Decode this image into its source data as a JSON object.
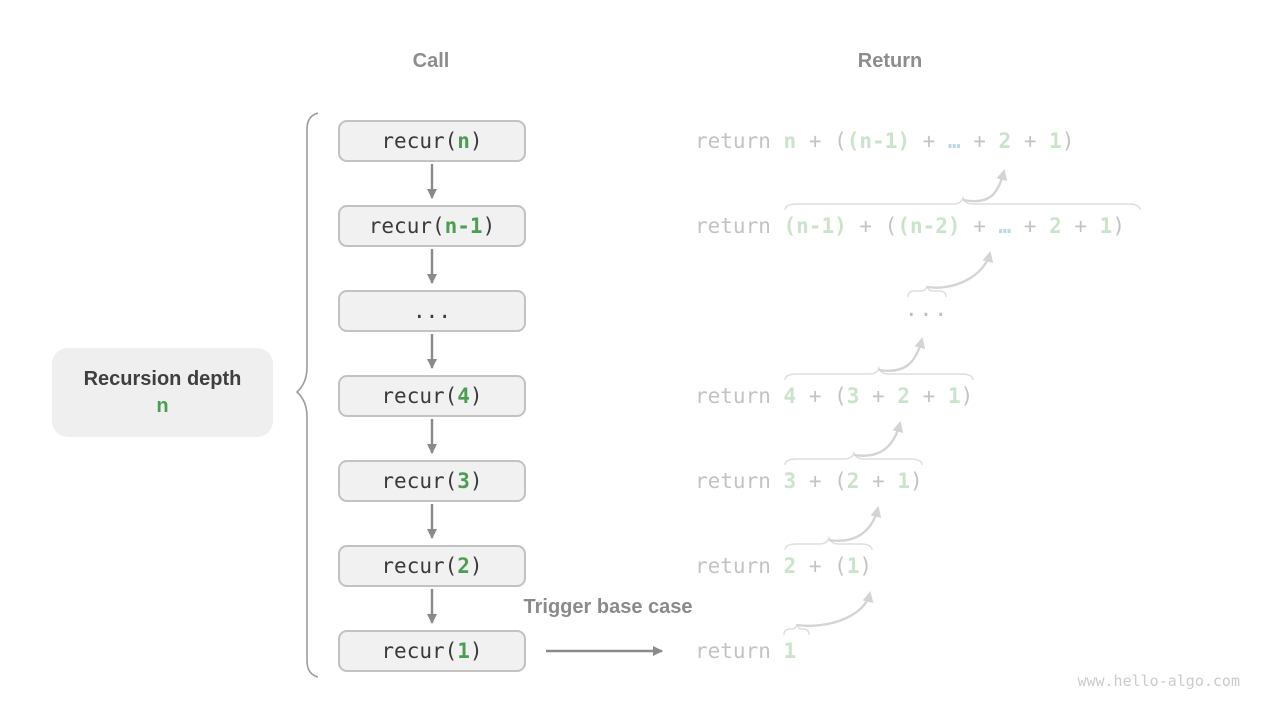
{
  "headers": {
    "call": "Call",
    "return": "Return"
  },
  "depth_label": {
    "title": "Recursion depth",
    "value": "n"
  },
  "trigger": {
    "label": "Trigger base case"
  },
  "watermark": "www.hello-algo.com",
  "call_stack": [
    {
      "pre": "recur(",
      "arg": "n",
      "post": ")"
    },
    {
      "pre": "recur(",
      "arg": "n-1",
      "post": ")"
    },
    {
      "text": "..."
    },
    {
      "pre": "recur(",
      "arg": "4",
      "post": ")"
    },
    {
      "pre": "recur(",
      "arg": "3",
      "post": ")"
    },
    {
      "pre": "recur(",
      "arg": "2",
      "post": ")"
    },
    {
      "pre": "recur(",
      "arg": "1",
      "post": ")"
    }
  ],
  "return_stack": [
    {
      "parts": [
        {
          "t": "return ",
          "s": "g"
        },
        {
          "t": "n",
          "s": "fg"
        },
        {
          "t": " + ",
          "s": "g"
        },
        {
          "t": "(",
          "s": "g"
        },
        {
          "t": "(n-1)",
          "s": "fg"
        },
        {
          "t": " + ",
          "s": "g"
        },
        {
          "t": "…",
          "s": "fb"
        },
        {
          "t": " + ",
          "s": "g"
        },
        {
          "t": "2",
          "s": "fg"
        },
        {
          "t": " + ",
          "s": "g"
        },
        {
          "t": "1",
          "s": "fg"
        },
        {
          "t": ")",
          "s": "g"
        }
      ]
    },
    {
      "parts": [
        {
          "t": "return ",
          "s": "g"
        },
        {
          "t": "(n-1)",
          "s": "fg"
        },
        {
          "t": " + ",
          "s": "g"
        },
        {
          "t": "(",
          "s": "g"
        },
        {
          "t": "(n-2)",
          "s": "fg"
        },
        {
          "t": " + ",
          "s": "g"
        },
        {
          "t": "…",
          "s": "fb"
        },
        {
          "t": " + ",
          "s": "g"
        },
        {
          "t": "2",
          "s": "fg"
        },
        {
          "t": " + ",
          "s": "g"
        },
        {
          "t": "1",
          "s": "fg"
        },
        {
          "t": ")",
          "s": "g"
        }
      ]
    },
    {
      "dots": "..."
    },
    {
      "parts": [
        {
          "t": "return ",
          "s": "g"
        },
        {
          "t": "4",
          "s": "fg"
        },
        {
          "t": " + (",
          "s": "g"
        },
        {
          "t": "3",
          "s": "fg"
        },
        {
          "t": " + ",
          "s": "g"
        },
        {
          "t": "2",
          "s": "fg"
        },
        {
          "t": " + ",
          "s": "g"
        },
        {
          "t": "1",
          "s": "fg"
        },
        {
          "t": ")",
          "s": "g"
        }
      ]
    },
    {
      "parts": [
        {
          "t": "return ",
          "s": "g"
        },
        {
          "t": "3",
          "s": "fg"
        },
        {
          "t": " + (",
          "s": "g"
        },
        {
          "t": "2",
          "s": "fg"
        },
        {
          "t": " + ",
          "s": "g"
        },
        {
          "t": "1",
          "s": "fg"
        },
        {
          "t": ")",
          "s": "g"
        }
      ]
    },
    {
      "parts": [
        {
          "t": "return ",
          "s": "g"
        },
        {
          "t": "2",
          "s": "fg"
        },
        {
          "t": " + (",
          "s": "g"
        },
        {
          "t": "1",
          "s": "fg"
        },
        {
          "t": ")",
          "s": "g"
        }
      ]
    },
    {
      "parts": [
        {
          "t": "return ",
          "s": "g"
        },
        {
          "t": "1",
          "s": "fg"
        }
      ]
    }
  ],
  "colors": {
    "accent_green": "#4c9e52",
    "faded_green": "#c9e4ca",
    "faded_blue": "#b9d8e3",
    "code_dark": "#3a3a3a",
    "muted_gray": "#8d8d8d",
    "faded_gray": "#c3c3c3",
    "box_bg": "#f1f1f1",
    "box_border": "#c2c2c2"
  }
}
